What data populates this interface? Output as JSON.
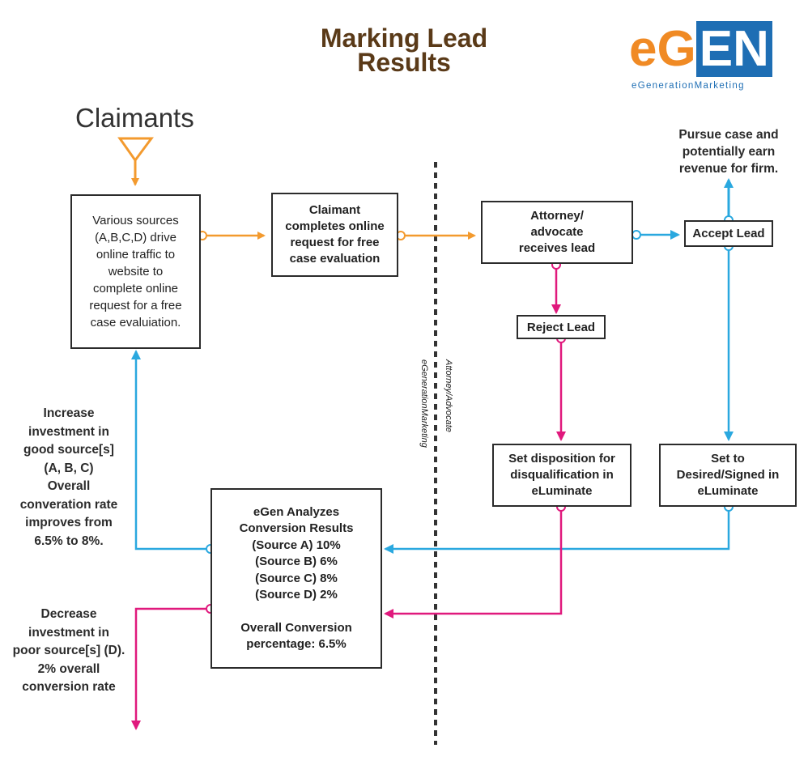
{
  "title": {
    "line1": "Marking Lead",
    "line2": "Results"
  },
  "logo": {
    "mark_e": "e",
    "mark_g": "G",
    "mark_en": "EN",
    "sub": "eGenerationMarketing"
  },
  "claimants": "Claimants",
  "boxes": {
    "sources": [
      "Various sources",
      "(A,B,C,D) drive",
      "online traffic to",
      "website to",
      "complete online",
      "request for a free",
      "case evaluiation."
    ],
    "claimant_request": [
      "Claimant",
      "completes online",
      "request for free",
      "case evaluation"
    ],
    "attorney_receives": [
      "Attorney/",
      "advocate",
      "receives lead"
    ],
    "accept_lead": "Accept Lead",
    "reject_lead": "Reject Lead",
    "disqualification": [
      "Set disposition for",
      "disqualification in",
      "eLuminate"
    ],
    "desired_signed": [
      "Set to",
      "Desired/Signed in",
      "eLuminate"
    ],
    "analyze": [
      "eGen Analyzes",
      "Conversion Results",
      "(Source A) 10%",
      "(Source B) 6%",
      "(Source C) 8%",
      "(Source D) 2%",
      "",
      "Overall Conversion",
      "percentage: 6.5%"
    ]
  },
  "notes": {
    "pursue": [
      "Pursue case and",
      "potentially earn",
      "revenue for firm."
    ],
    "increase": [
      "Increase",
      "investment in",
      "good source[s]",
      "(A, B, C)",
      "Overall",
      "converation rate",
      "improves from",
      "6.5% to 8%."
    ],
    "decrease": [
      "Decrease",
      "investment in",
      "poor source[s] (D).",
      "2% overall",
      "conversion rate"
    ]
  },
  "divider_labels": {
    "left": "eGenerationMarketing",
    "right": "Attorney/Advocate"
  },
  "colors": {
    "orange": "#f39a2e",
    "blue": "#2aa8df",
    "magenta": "#e0197d",
    "title": "#5a3a18"
  }
}
